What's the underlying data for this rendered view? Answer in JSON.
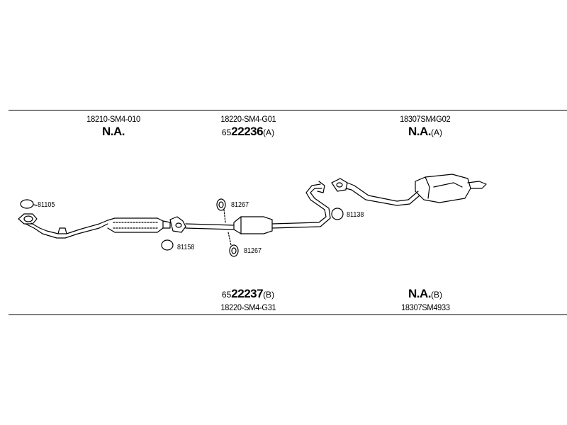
{
  "top_labels": [
    {
      "part_number": "18210-SM4-010",
      "ref_prefix": "",
      "ref_main": "N.A.",
      "ref_suffix": ""
    },
    {
      "part_number": "18220-SM4-G01",
      "ref_prefix": "65",
      "ref_main": "22236",
      "ref_suffix": "(A)"
    },
    {
      "part_number": "18307SM4G02",
      "ref_prefix": "",
      "ref_main": "N.A.",
      "ref_suffix": "(A)"
    }
  ],
  "bottom_labels": [
    {
      "part_number": "18220-SM4-G31",
      "ref_prefix": "65",
      "ref_main": "22237",
      "ref_suffix": "(B)"
    },
    {
      "part_number": "18307SM4933",
      "ref_prefix": "",
      "ref_main": "N.A.",
      "ref_suffix": "(B)"
    }
  ],
  "callouts": {
    "gasket_front": "81105",
    "gasket_mid": "81158",
    "clamp_upper": "81267",
    "clamp_lower": "81267",
    "ring_rear": "81138"
  }
}
